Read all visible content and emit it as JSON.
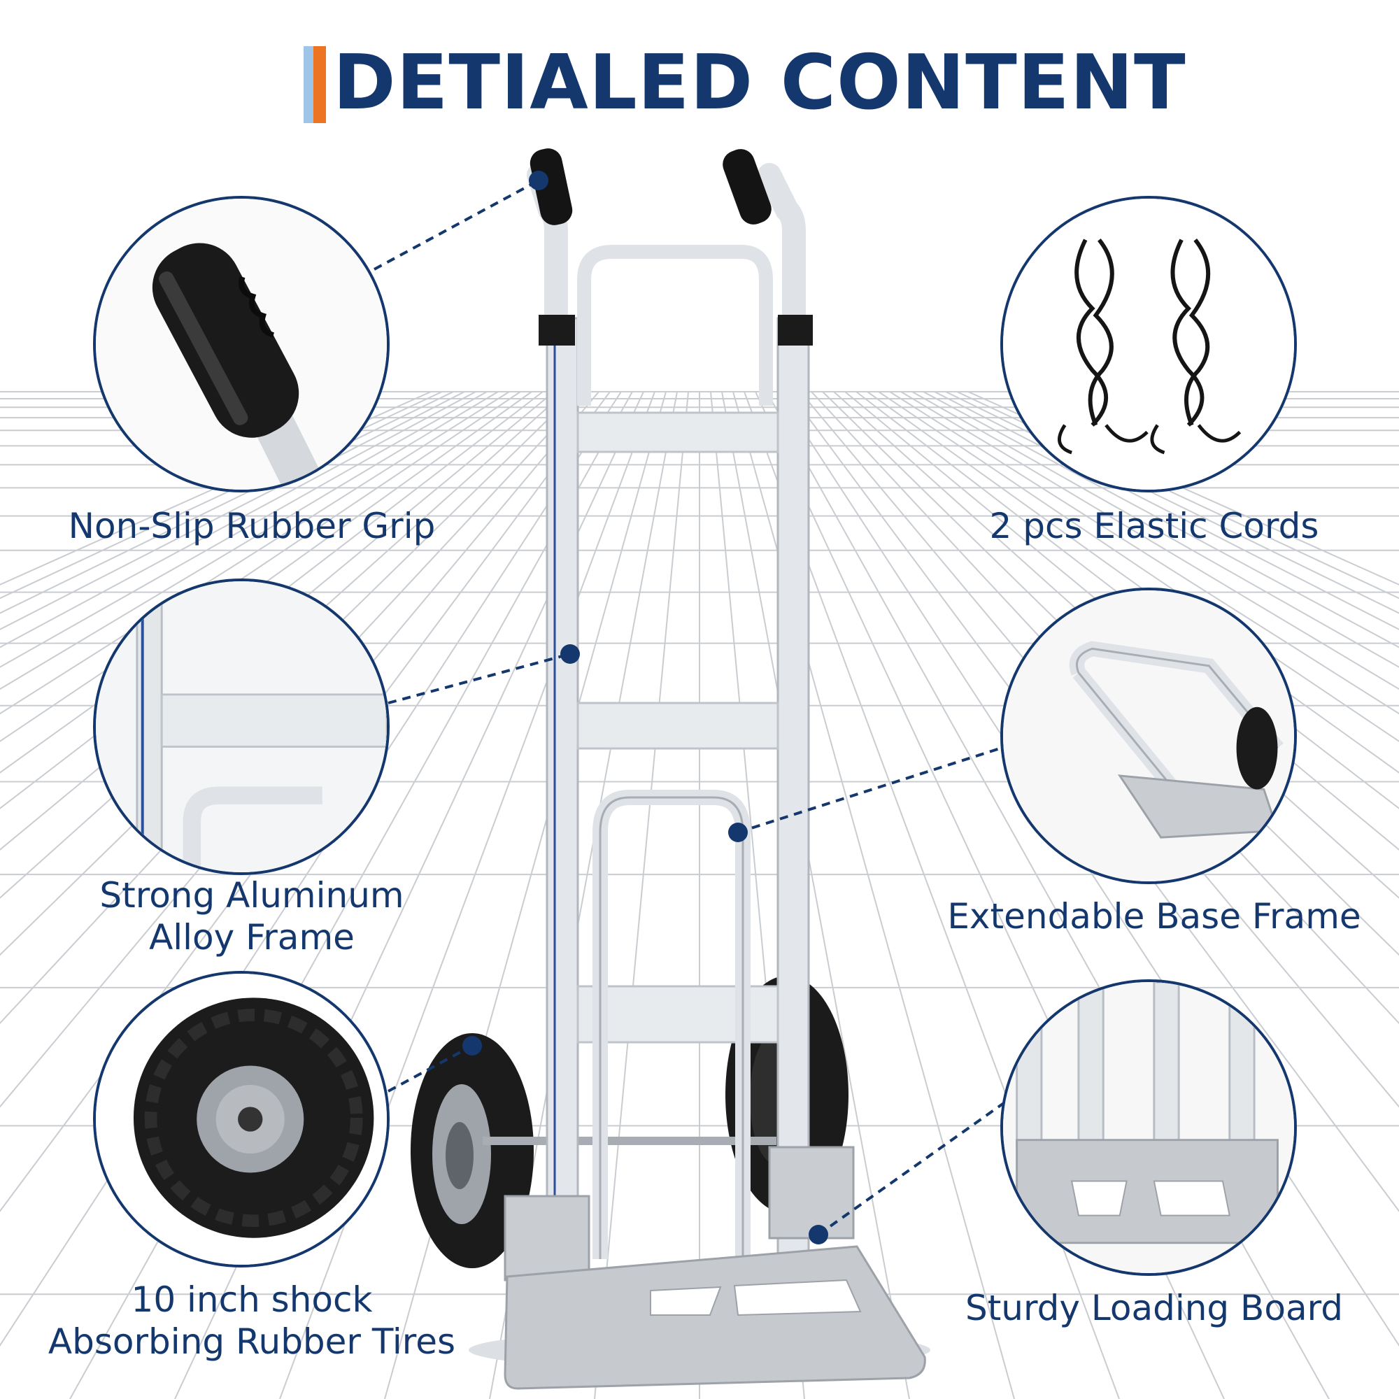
{
  "title": {
    "text": "DETIALED CONTENT",
    "colors": {
      "text": "#14386e",
      "accent_light": "#9ec4e8",
      "accent_orange": "#ec7423"
    }
  },
  "features": {
    "grip": {
      "label": "Non-Slip Rubber Grip",
      "icon": "rubber-grip"
    },
    "cords": {
      "label": "2 pcs Elastic Cords",
      "icon": "elastic-cords"
    },
    "frame": {
      "label_line1": "Strong Aluminum",
      "label_line2": "Alloy Frame",
      "icon": "aluminum-frame"
    },
    "base": {
      "label": "Extendable Base Frame",
      "icon": "extendable-base"
    },
    "tires": {
      "label_line1": "10 inch shock",
      "label_line2": "Absorbing Rubber Tires",
      "icon": "rubber-tire"
    },
    "board": {
      "label": "Sturdy Loading Board",
      "icon": "loading-board"
    }
  },
  "colors": {
    "navy": "#14386e",
    "aluminum": "#d7dbe0",
    "rubber": "#1c1c1c",
    "grid": "#c9ccd1"
  }
}
